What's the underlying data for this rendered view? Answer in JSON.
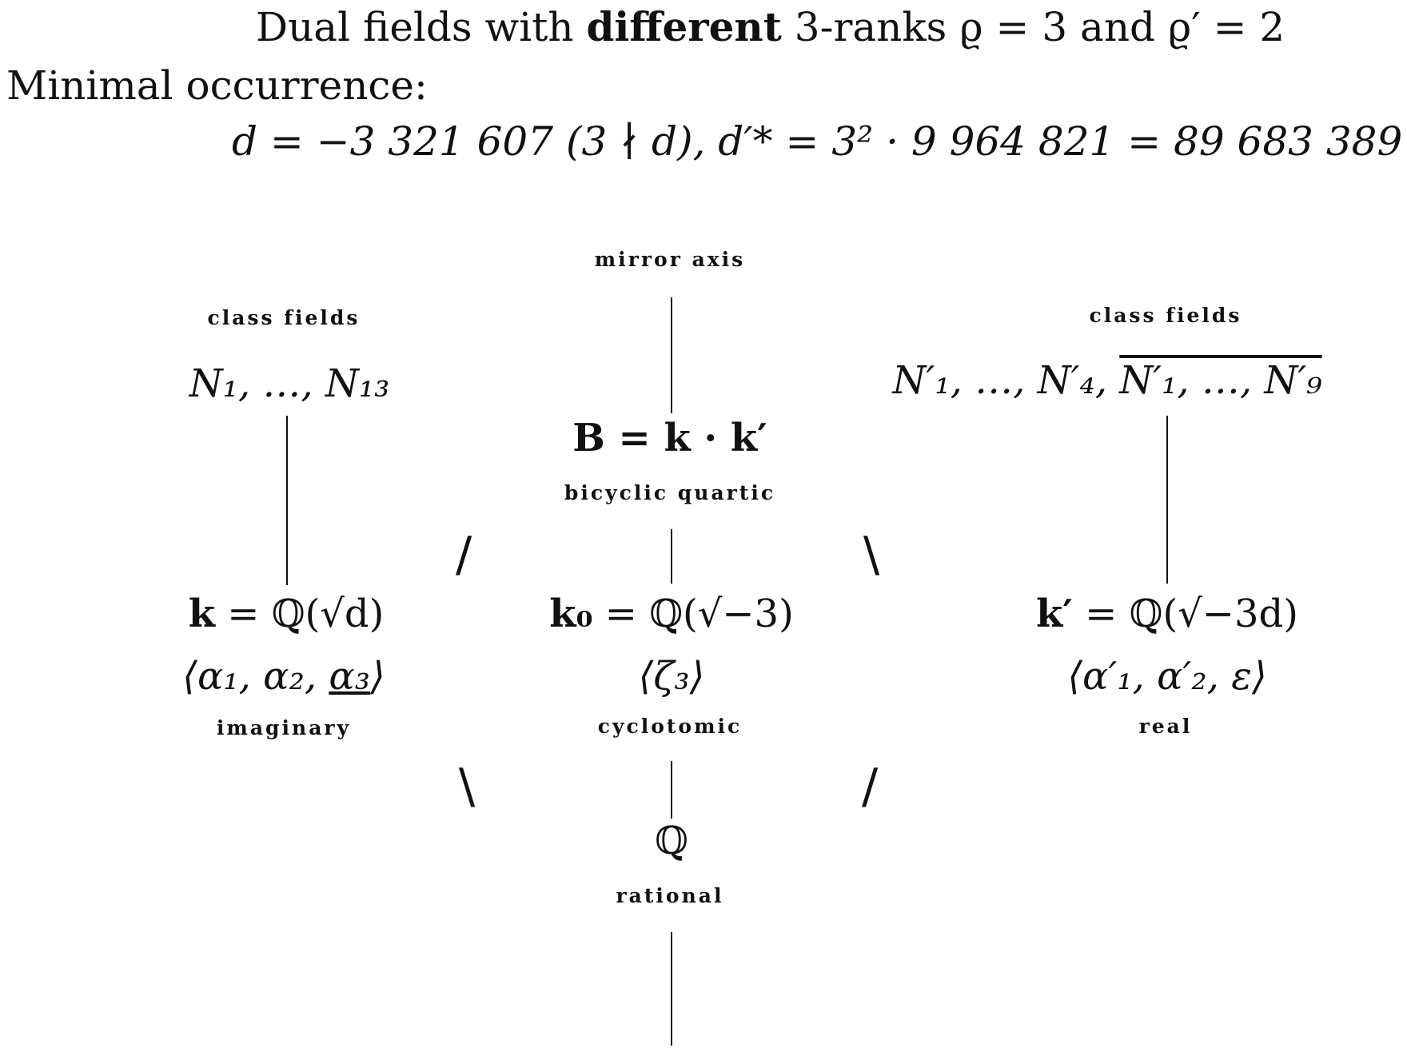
{
  "header": {
    "title_prefix": "Dual fields with ",
    "title_bold": "different",
    "title_suffix": " 3-ranks ϱ = 3 and ϱ′ = 2",
    "minimal": "Minimal occurrence:",
    "formula_d": "d = −3 321 607 (3 ∤ d),",
    "formula_dstar": "d′* = 3² · 9 964 821 = 89 683 389"
  },
  "diagram": {
    "mirror_label": "mirror axis",
    "class_fields_left_label": "class fields",
    "class_fields_right_label": "class fields",
    "N_left": "N₁, …, N₁₃",
    "N_right_plain": "N′₁, …, N′₄, ",
    "N_right_overline": "N′₁, …, N′₉",
    "B_formula": "B = k · k′",
    "B_label": "bicyclic quartic",
    "k": {
      "name": "k",
      "rest": " = ℚ(√d)",
      "radicand": "d",
      "units_1": "⟨α₁, α₂, ",
      "units_ul": "α₃",
      "units_2": "⟩",
      "label": "imaginary"
    },
    "k0": {
      "name": "k₀",
      "rest": " = ℚ(√−3)",
      "radicand": "−3",
      "units": "⟨ζ₃⟩",
      "label": "cyclotomic"
    },
    "kp": {
      "name": "k′",
      "rest": " = ℚ(√−3d)",
      "radicand": "−3d",
      "units": "⟨α′₁, α′₂, ε⟩",
      "label": "real"
    },
    "Q": {
      "symbol": "ℚ",
      "label": "rational"
    }
  }
}
